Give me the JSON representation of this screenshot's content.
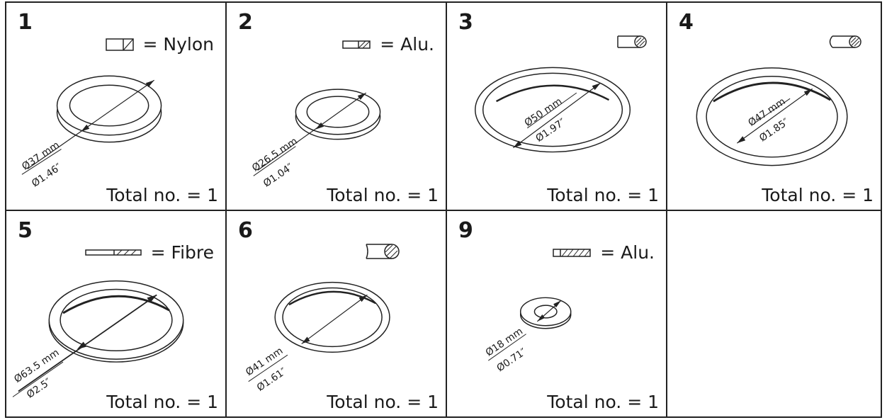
{
  "cells": [
    {
      "number": "1",
      "material_eq": "= Nylon",
      "dim_mm": "Ø37 mm",
      "dim_in": "Ø1.46″",
      "total": "Total no. = 1",
      "section_icon": "rectangular-section-icon"
    },
    {
      "number": "2",
      "material_eq": "= Alu.",
      "dim_mm": "Ø26.5 mm",
      "dim_in": "Ø1.04″",
      "total": "Total no. = 1",
      "section_icon": "flat-rectangular-section-icon"
    },
    {
      "number": "3",
      "material_eq": "",
      "dim_mm": "Ø50 mm",
      "dim_in": "Ø1.97″",
      "total": "Total no. = 1",
      "section_icon": "round-section-icon"
    },
    {
      "number": "4",
      "material_eq": "",
      "dim_mm": "Ø47 mm",
      "dim_in": "Ø1.85″",
      "total": "Total no. = 1",
      "section_icon": "round-section-icon"
    },
    {
      "number": "5",
      "material_eq": "= Fibre",
      "dim_mm": "Ø63.5 mm",
      "dim_in": "Ø2.5″",
      "total": "Total no. = 1",
      "section_icon": "thin-flat-section-icon"
    },
    {
      "number": "6",
      "material_eq": "",
      "dim_mm": "Ø41 mm",
      "dim_in": "Ø1.61″",
      "total": "Total no. = 1",
      "section_icon": "round-section-icon"
    },
    {
      "number": "9",
      "material_eq": "= Alu.",
      "dim_mm": "Ø18 mm",
      "dim_in": "Ø0.71″",
      "total": "Total no. = 1",
      "section_icon": "flat-hatched-section-icon"
    }
  ]
}
